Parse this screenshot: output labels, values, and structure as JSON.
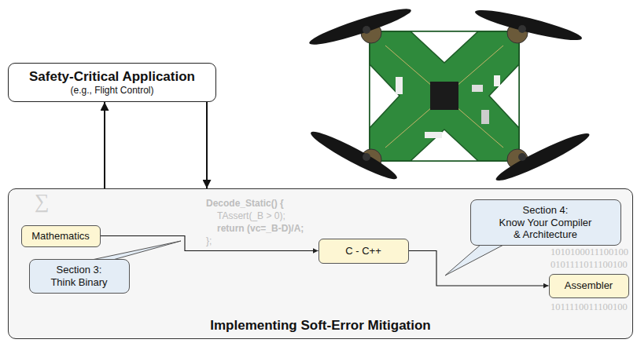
{
  "diagram": {
    "nodes": [
      {
        "text": [
          "Safety-Critical Application",
          "(e.g., Flight Control)"
        ]
      },
      {
        "text": [
          "Implementing Soft-Error Mitigation"
        ]
      },
      {
        "text": [
          "Mathematics"
        ],
        "in": 1
      },
      {
        "text": [
          "C - C++"
        ],
        "in": 1
      },
      {
        "text": [
          "Section 3:",
          "Think Binary"
        ],
        "in": 1
      },
      {
        "text": [
          "Section 4:",
          "Know Your Compiler & Architecture"
        ],
        "in": 1
      },
      {
        "text": [
          "Assembler"
        ],
        "in": 1
      }
    ],
    "edges": [
      {
        "from": 1,
        "to": 0,
        "arrow": "to"
      },
      {
        "from": 0,
        "to": 1,
        "arrow": "to"
      },
      {
        "from": 2,
        "to": 3,
        "arrow": "to"
      },
      {
        "from": 3,
        "to": 6,
        "arrow": "to"
      }
    ],
    "labels": [
      "∑",
      "Decode_Static() {",
      "TAssert(_B > 0);",
      "return (vc=_B-D)/A;",
      "};",
      "1010100011100100",
      "0101111011100100",
      "1011110011100100"
    ]
  }
}
